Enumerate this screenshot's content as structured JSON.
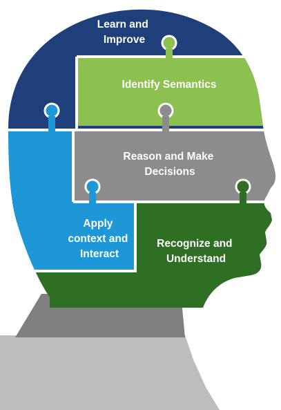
{
  "segments": [
    {
      "id": "learn",
      "lines": [
        "Learn and",
        "Improve"
      ],
      "color": "#1f3f7a"
    },
    {
      "id": "identify",
      "lines": [
        "Identify Semantics"
      ],
      "color": "#8cc04f"
    },
    {
      "id": "reason",
      "lines": [
        "Reason and Make",
        "Decisions"
      ],
      "color": "#8c8c8c"
    },
    {
      "id": "apply",
      "lines": [
        "Apply",
        "context and",
        "Interact"
      ],
      "color": "#1e97d6"
    },
    {
      "id": "recognize",
      "lines": [
        "Recognize and",
        "Understand"
      ],
      "color": "#2e6f23"
    }
  ],
  "neck": {
    "collar_color": "#7f7f7f",
    "shoulder_color": "#bdbdbd"
  }
}
